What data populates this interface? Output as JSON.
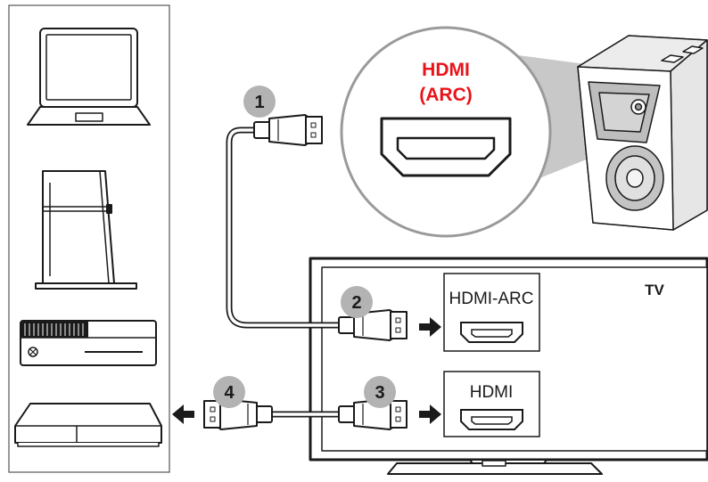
{
  "speaker_callout": {
    "label_line1": "HDMI",
    "label_line2": "(ARC)",
    "label_color": "#e8141a"
  },
  "tv": {
    "label": "TV",
    "port_arc_label": "HDMI-ARC",
    "port_hdmi_label": "HDMI"
  },
  "steps": [
    "1",
    "2",
    "3",
    "4"
  ],
  "devices": [
    {
      "icon": "laptop-icon"
    },
    {
      "icon": "game-console-vertical-icon"
    },
    {
      "icon": "game-console-horizontal-icon"
    },
    {
      "icon": "set-top-box-icon"
    }
  ],
  "colors": {
    "badge": "#b3b3b3",
    "outline": "#1a1a1a",
    "speaker_zoom": "#c8c8c8"
  }
}
